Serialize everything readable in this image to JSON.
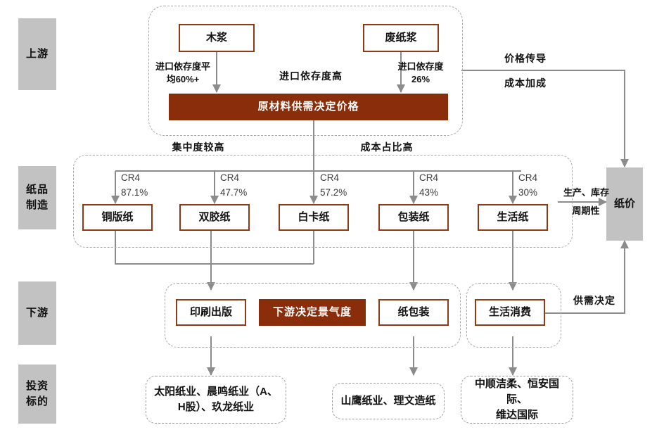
{
  "diagram": {
    "title": "造纸产业链图",
    "colors": {
      "accent_dark_red": "#8a2d0a",
      "outline_red": "#8d3b16",
      "chip_gray": "#c2c2c2",
      "line_gray": "#8c8c8c",
      "dash_gray": "#a8a8a8"
    }
  },
  "stages": [
    {
      "id": "upstream",
      "label_line1": "上游",
      "label_line2": ""
    },
    {
      "id": "manufacture",
      "label_line1": "纸品",
      "label_line2": "制造"
    },
    {
      "id": "downstream",
      "label_line1": "下游",
      "label_line2": ""
    },
    {
      "id": "targets",
      "label_line1": "投资",
      "label_line2": "标的"
    }
  ],
  "upstream": {
    "raw_materials": [
      {
        "id": "wood-pulp",
        "label": "木浆"
      },
      {
        "id": "waste-pulp",
        "label": "废纸浆"
      }
    ],
    "annotations": {
      "wood_pulp_import": "进口依存度平\n均60%+",
      "wood_pulp_import_line1": "进口依存度平",
      "wood_pulp_import_line2": "均60%+",
      "waste_pulp_import_line1": "进口依存度",
      "waste_pulp_import_line2": "26%",
      "import_dependency_high": "进口依存度高"
    },
    "conclusion_bar": "原材料供需决定价格"
  },
  "transmission": {
    "above_line": "价格传导",
    "below_line": "成本加成"
  },
  "manufacture": {
    "group_labels": {
      "left": "集中度较高",
      "right": "成本占比高"
    },
    "cr4_caption": "CR4",
    "products": [
      {
        "id": "coated-paper",
        "label": "铜版纸",
        "cr4": "87.1%"
      },
      {
        "id": "offset-paper",
        "label": "双胶纸",
        "cr4": "47.7%"
      },
      {
        "id": "white-card-paper",
        "label": "白卡纸",
        "cr4": "57.2%"
      },
      {
        "id": "packaging-paper",
        "label": "包装纸",
        "cr4": "43%"
      },
      {
        "id": "tissue-paper",
        "label": "生活纸",
        "cr4": "30%"
      }
    ]
  },
  "paper_price": {
    "label": "纸价",
    "inflow_label_line1": "生产、库存",
    "inflow_label_line2": "周期性",
    "demand_label": "供需决定"
  },
  "downstream": {
    "nodes": [
      {
        "id": "printing-publishing",
        "label": "印刷出版",
        "style": "outline"
      },
      {
        "id": "downstream-prosperity",
        "label": "下游决定景气度",
        "style": "filled"
      },
      {
        "id": "paper-packaging",
        "label": "纸包装",
        "style": "outline"
      },
      {
        "id": "living-consumption",
        "label": "生活消费",
        "style": "outline"
      }
    ]
  },
  "investment_targets": [
    {
      "id": "targets-printing",
      "line1": "太阳纸业、晨鸣纸业（A、",
      "line2": "H股）、玖龙纸业"
    },
    {
      "id": "targets-packaging",
      "line1": "山鹰纸业、理文造纸",
      "line2": ""
    },
    {
      "id": "targets-tissue",
      "line1": "中顺洁柔、恒安国际、",
      "line2": "维达国际"
    }
  ]
}
